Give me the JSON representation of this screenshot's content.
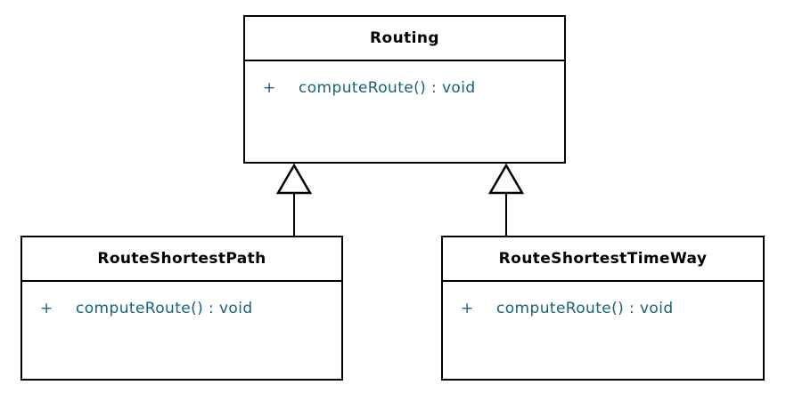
{
  "colors": {
    "bg": "#ffffff",
    "border": "#000000",
    "name-color": "#000000",
    "method-color": "#14637a"
  },
  "classes": [
    {
      "name": "Routing",
      "methods": [
        {
          "visibility": "+",
          "signature": "computeRoute() : void"
        }
      ]
    },
    {
      "name": "RouteShortestPath",
      "methods": [
        {
          "visibility": "+",
          "signature": "computeRoute() : void"
        }
      ]
    },
    {
      "name": "RouteShortestTimeWay",
      "methods": [
        {
          "visibility": "+",
          "signature": "computeRoute() : void"
        }
      ]
    }
  ],
  "relations": [
    {
      "type": "generalization",
      "from": "RouteShortestPath",
      "to": "Routing"
    },
    {
      "type": "generalization",
      "from": "RouteShortestTimeWay",
      "to": "Routing"
    }
  ]
}
